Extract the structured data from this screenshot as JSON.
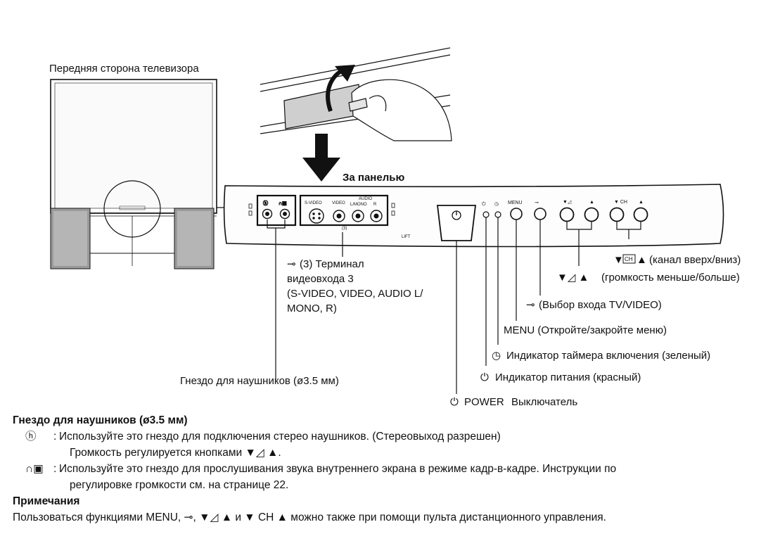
{
  "figure": {
    "tv_front_caption": "Передняя сторона телевизора",
    "behind_panel_caption": "За панелью",
    "panel_labels": {
      "svideo": "S-VIDEO",
      "video": "VIDEO",
      "audio": "AUDIO",
      "lmono": "L/MONO",
      "r": "R",
      "input3": "(3)",
      "lift": "LIFT",
      "menu": "MENU"
    },
    "callouts": {
      "ch": "(канал вверх/вниз)",
      "vol": "(громкость меньше/больше)",
      "input_select": "(Выбор входа TV/VIDEO)",
      "menu": "MENU (Откройте/закройте меню)",
      "timer": "Индикатор таймера включения (зеленый)",
      "power_ind": "Индикатор питания (красный)",
      "power_switch_a": "POWER",
      "power_switch_b": "Выключатель",
      "headphone": "Гнездо для наушников (ø3.5 мм)",
      "terminal_line1": "(3) Терминал",
      "terminal_line2": "видеовхода 3",
      "terminal_line3": "(S-VIDEO, VIDEO, AUDIO L/",
      "terminal_line4": "MONO, R)"
    }
  },
  "notes": {
    "heading": "Гнездо для наушников (ø3.5 мм)",
    "item1_line1": "Используйте это гнездо для подключения стерео наушников. (Стереовыход разрешен)",
    "item1_line2": "Громкость регулируется кнопками ▼◿ ▲.",
    "item2_line1": "Используйте это гнездо для прослушивания звука внутреннего экрана в режиме кадр-в-кадре. Инструкции по",
    "item2_line2": "регулировке громкости см. на странице 22.",
    "remarks_heading": "Примечания",
    "remarks_text": "Пользоваться функциями MENU, ⊸, ▼◿ ▲ и ▼ CH ▲ можно также при помощи пульта дистанционного управления."
  }
}
